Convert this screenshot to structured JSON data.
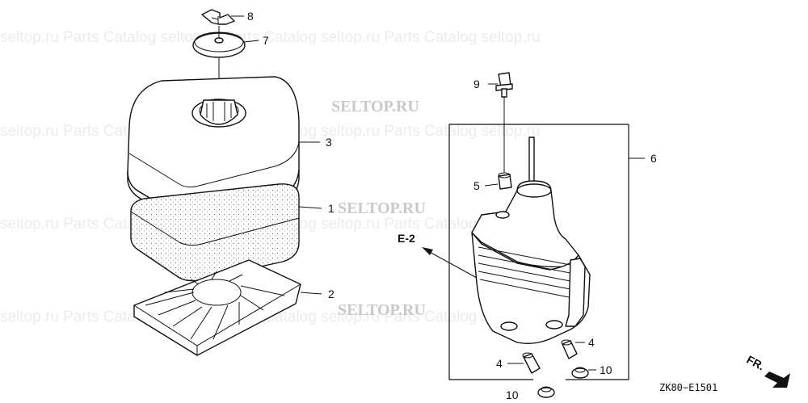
{
  "watermark": {
    "text": "SELTOP.RU"
  },
  "ghost_band": {
    "text": "seltop.ru  Parts Catalog  seltop.ru  Parts Catalog  seltop.ru  Parts Catalog  seltop.ru"
  },
  "callouts": [
    {
      "id": "8",
      "label": "8"
    },
    {
      "id": "7",
      "label": "7"
    },
    {
      "id": "3",
      "label": "3"
    },
    {
      "id": "1",
      "label": "1"
    },
    {
      "id": "2",
      "label": "2"
    },
    {
      "id": "9",
      "label": "9"
    },
    {
      "id": "6",
      "label": "6"
    },
    {
      "id": "5",
      "label": "5"
    },
    {
      "id": "4a",
      "label": "4"
    },
    {
      "id": "4b",
      "label": "4"
    },
    {
      "id": "10",
      "label": "10"
    },
    {
      "id": "10b",
      "label": "10"
    }
  ],
  "reference": {
    "label": "E-2"
  },
  "front_mark": {
    "label": "FR."
  },
  "drawing_code": {
    "label": "ZK80−E1501"
  }
}
